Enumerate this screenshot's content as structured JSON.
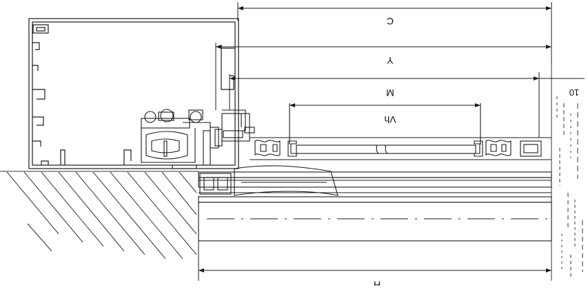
{
  "dimensions": {
    "C": "C",
    "Y": "Y",
    "M": "M",
    "Vh": "Vh",
    "H": "H",
    "offset": "10"
  },
  "colors": {
    "line": "#1a1a1a",
    "hatch": "#333333",
    "background": "#ffffff"
  }
}
